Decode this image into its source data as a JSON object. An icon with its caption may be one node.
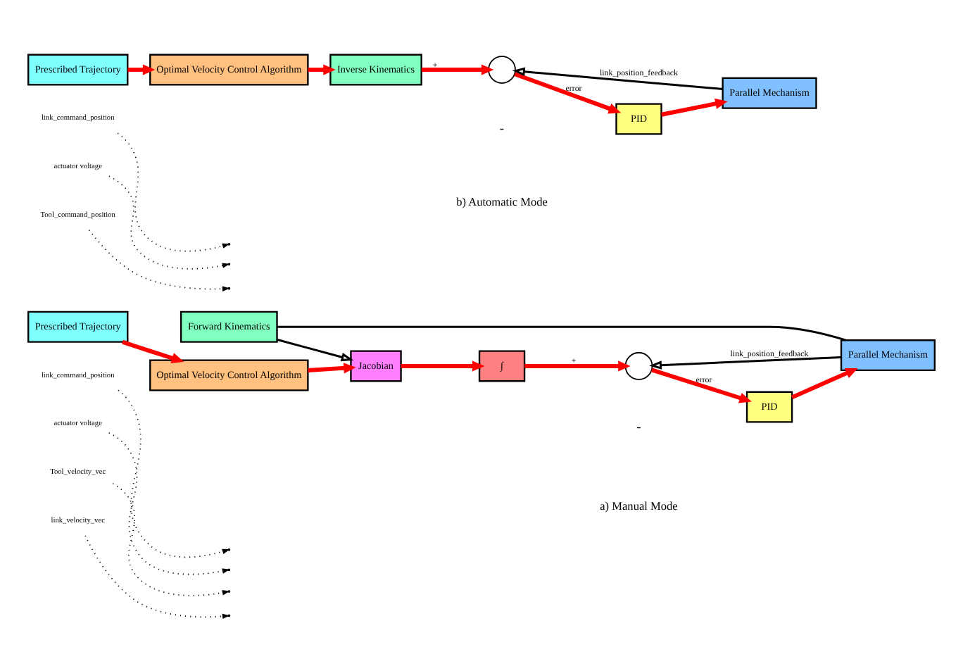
{
  "diagram": {
    "nodes": [
      {
        "text": [
          "Forward Kinematics"
        ]
      },
      {
        "text": [
          "Prescribed Trajectory"
        ]
      },
      {
        "text": [
          "Optimal Velocity Control Algorithm"
        ]
      },
      {
        "text": [
          "Jacobian"
        ]
      },
      {
        "text": [
          "∫"
        ]
      },
      {
        "text": [],
        "shape": "circle"
      },
      {
        "text": [
          "PID"
        ]
      },
      {
        "text": [
          "Parallel Mechanism"
        ]
      },
      {
        "text": [
          "link_command_position"
        ]
      },
      {
        "text": [
          "actuator voltage"
        ]
      },
      {
        "text": [
          "Tool_velocity_vec"
        ]
      },
      {
        "text": [
          "link_velocity_vec"
        ]
      },
      {
        "text": [
          "Prescribed Trajectory"
        ]
      },
      {
        "text": [
          "Optimal Velocity Control Algorithm"
        ]
      },
      {
        "text": [
          "Inverse Kinematics"
        ]
      },
      {
        "text": [],
        "shape": "circle"
      },
      {
        "text": [
          "PID"
        ]
      },
      {
        "text": [
          "Parallel Mechanism"
        ]
      },
      {
        "text": [
          "link_command_position"
        ]
      },
      {
        "text": [
          "actuator voltage"
        ]
      },
      {
        "text": [
          "Tool_command_position"
        ]
      }
    ],
    "edges": [
      {
        "from": 1,
        "to": 2,
        "arrow": "to"
      },
      {
        "from": 2,
        "to": 3,
        "arrow": "to"
      },
      {
        "from": 3,
        "to": 4,
        "arrow": "to"
      },
      {
        "from": 4,
        "to": 5,
        "arrow": "to",
        "label": "+"
      },
      {
        "from": 5,
        "to": 6,
        "arrow": "to",
        "label": "error"
      },
      {
        "from": 6,
        "to": 7,
        "arrow": "to"
      },
      {
        "from": 7,
        "to": 5,
        "arrow": "to",
        "label": "link_position_feedback",
        "color": "#000000"
      },
      {
        "from": 7,
        "to": 0,
        "arrow": "none",
        "color": "#000000"
      },
      {
        "from": 0,
        "to": 3,
        "arrow": "to",
        "color": "#000000"
      },
      {
        "from": 8,
        "to": null,
        "arrow": "to",
        "style": "dashed",
        "color": "#000000"
      },
      {
        "from": 9,
        "to": null,
        "arrow": "to",
        "style": "dashed",
        "color": "#000000"
      },
      {
        "from": 10,
        "to": null,
        "arrow": "to",
        "style": "dashed",
        "color": "#000000"
      },
      {
        "from": 11,
        "to": null,
        "arrow": "to",
        "style": "dashed",
        "color": "#000000"
      },
      {
        "from": 12,
        "to": 13,
        "arrow": "to"
      },
      {
        "from": 13,
        "to": 14,
        "arrow": "to"
      },
      {
        "from": 14,
        "to": 15,
        "arrow": "to",
        "label": "+"
      },
      {
        "from": 15,
        "to": 16,
        "arrow": "to",
        "label": "error"
      },
      {
        "from": 16,
        "to": 17,
        "arrow": "to"
      },
      {
        "from": 17,
        "to": 15,
        "arrow": "to",
        "label": "link_position_feedback",
        "color": "#000000"
      },
      {
        "from": 18,
        "to": null,
        "arrow": "to",
        "style": "dashed",
        "color": "#000000"
      },
      {
        "from": 19,
        "to": null,
        "arrow": "to",
        "style": "dashed",
        "color": "#000000"
      },
      {
        "from": 20,
        "to": null,
        "arrow": "to",
        "style": "dashed",
        "color": "#000000"
      }
    ],
    "labels": [
      "-",
      "a) Manual Mode",
      "-",
      "b) Automatic Mode"
    ]
  }
}
